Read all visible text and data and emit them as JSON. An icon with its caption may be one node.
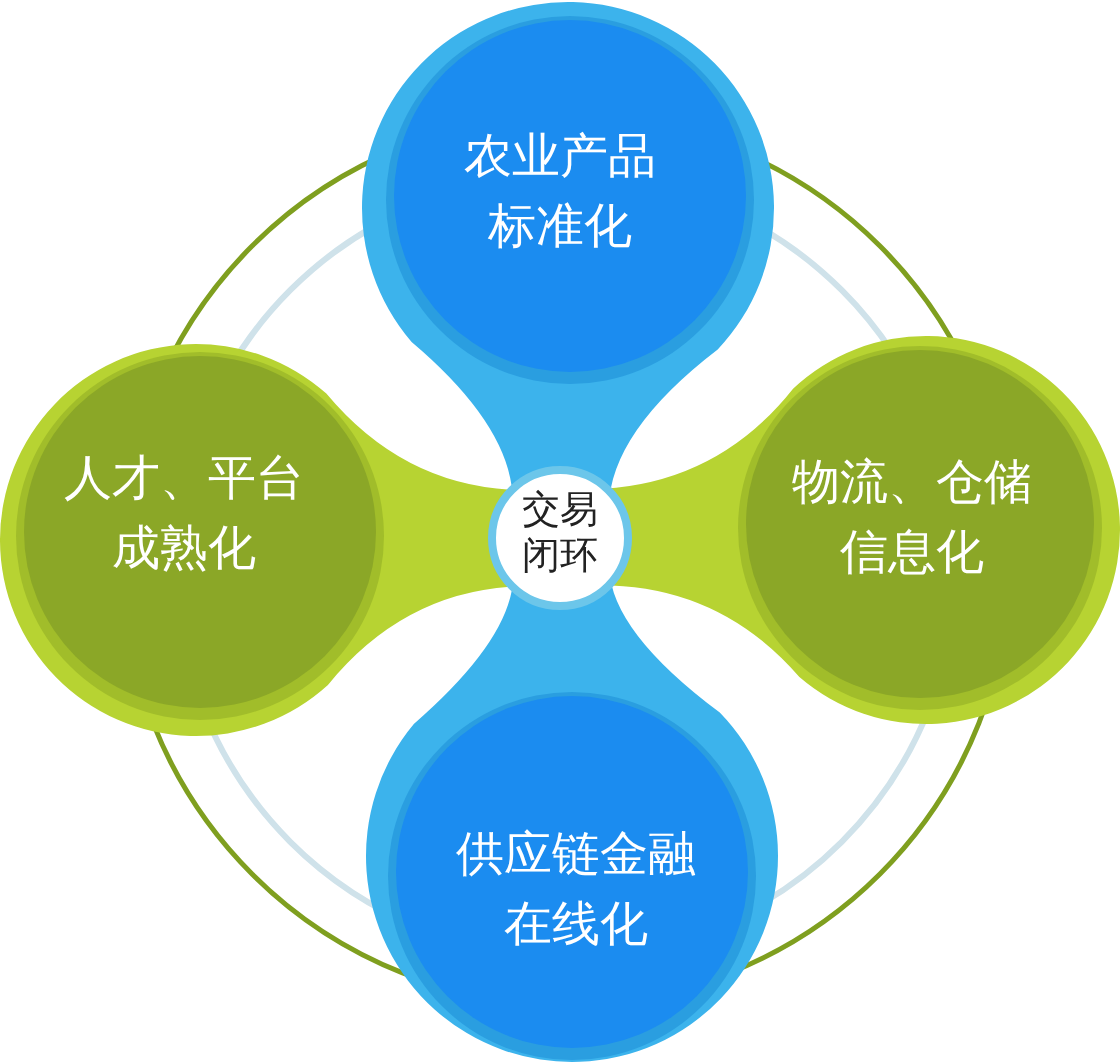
{
  "diagram": {
    "nodes": [
      {
        "text": [
          "农业产品标准化"
        ]
      },
      {
        "text": [
          "人才、平台成熟化"
        ]
      },
      {
        "text": [
          "交易闭环"
        ]
      },
      {
        "text": [
          "物流、仓储信息化"
        ]
      },
      {
        "text": [
          "供应链金融在线化"
        ]
      }
    ]
  }
}
